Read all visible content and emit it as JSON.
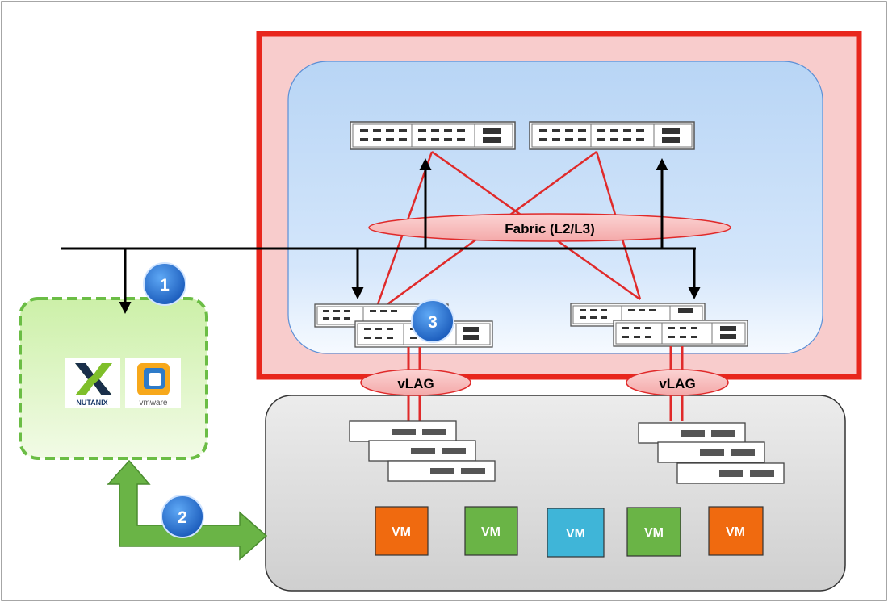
{
  "fabric_label": "Fabric (L2/L3)",
  "vlag_left_label": "vLAG",
  "vlag_right_label": "vLAG",
  "step_badges": [
    "1",
    "2",
    "3"
  ],
  "vm_labels": [
    "VM",
    "VM",
    "VM",
    "VM",
    "VM"
  ],
  "logos": {
    "nutanix": "NUTANIX",
    "vmware": "vmware"
  },
  "colors": {
    "fabric_border": "#e8261c",
    "fabric_fill": "#f8cccc",
    "inner_fill_top": "#b4d3f4",
    "inner_fill_bottom": "#ffffff",
    "server_tray_fill": "#d9d9d9",
    "mgmt_border": "#6bbd45",
    "mgmt_fill": "#e0f5c4",
    "badge": "#1b6fc8",
    "link_red": "#e02a2a",
    "vm_orange": "#f06a0f",
    "vm_green": "#6ab446",
    "vm_blue": "#3fb5d8",
    "arrow_green": "#6ab446"
  }
}
